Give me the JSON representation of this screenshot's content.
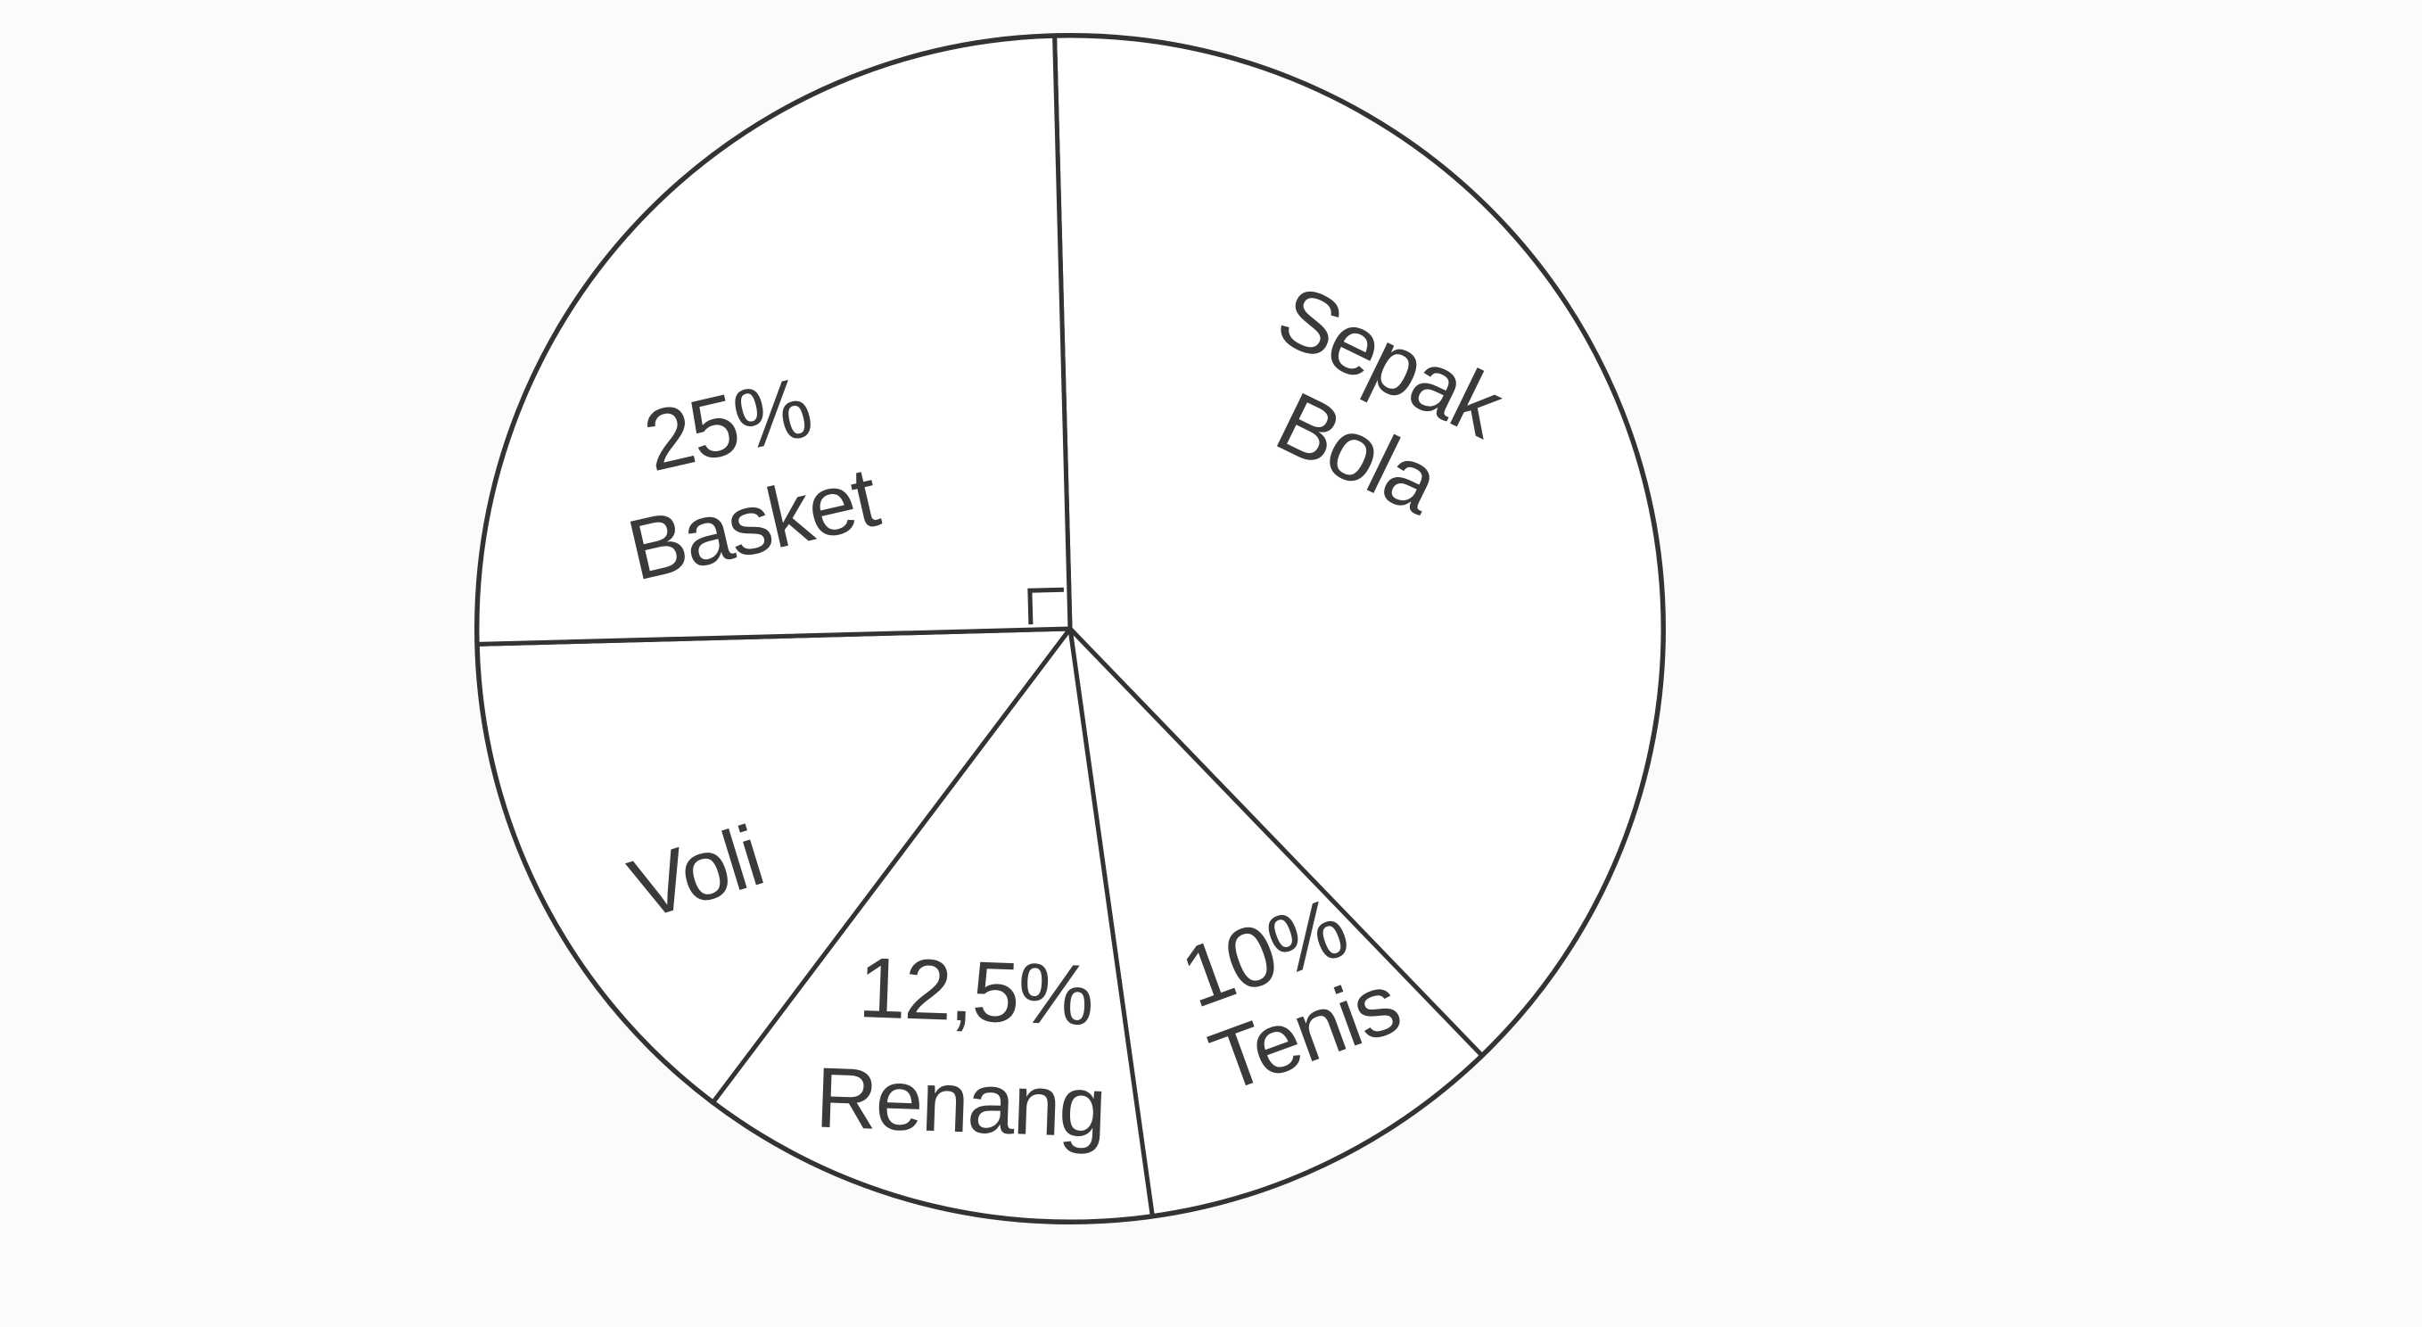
{
  "chart_data": {
    "type": "pie",
    "start_angle_deg": 358.5,
    "slices": [
      {
        "name": "Sepak Bola",
        "label_lines": [
          "Sepak",
          "Bola"
        ],
        "value": 38.2
      },
      {
        "name": "Tenis",
        "label_lines": [
          "10%",
          "Tenis"
        ],
        "value": 10
      },
      {
        "name": "Renang",
        "label_lines": [
          "12,5%",
          "Renang"
        ],
        "value": 12.5
      },
      {
        "name": "Voli",
        "label_lines": [
          "Voli"
        ],
        "value": 14.3
      },
      {
        "name": "Basket",
        "label_lines": [
          "25%",
          "Basket"
        ],
        "value": 25
      }
    ],
    "right_angle_marker": "Basket",
    "fill_color": "#ffffff",
    "stroke_color": "#333333"
  }
}
